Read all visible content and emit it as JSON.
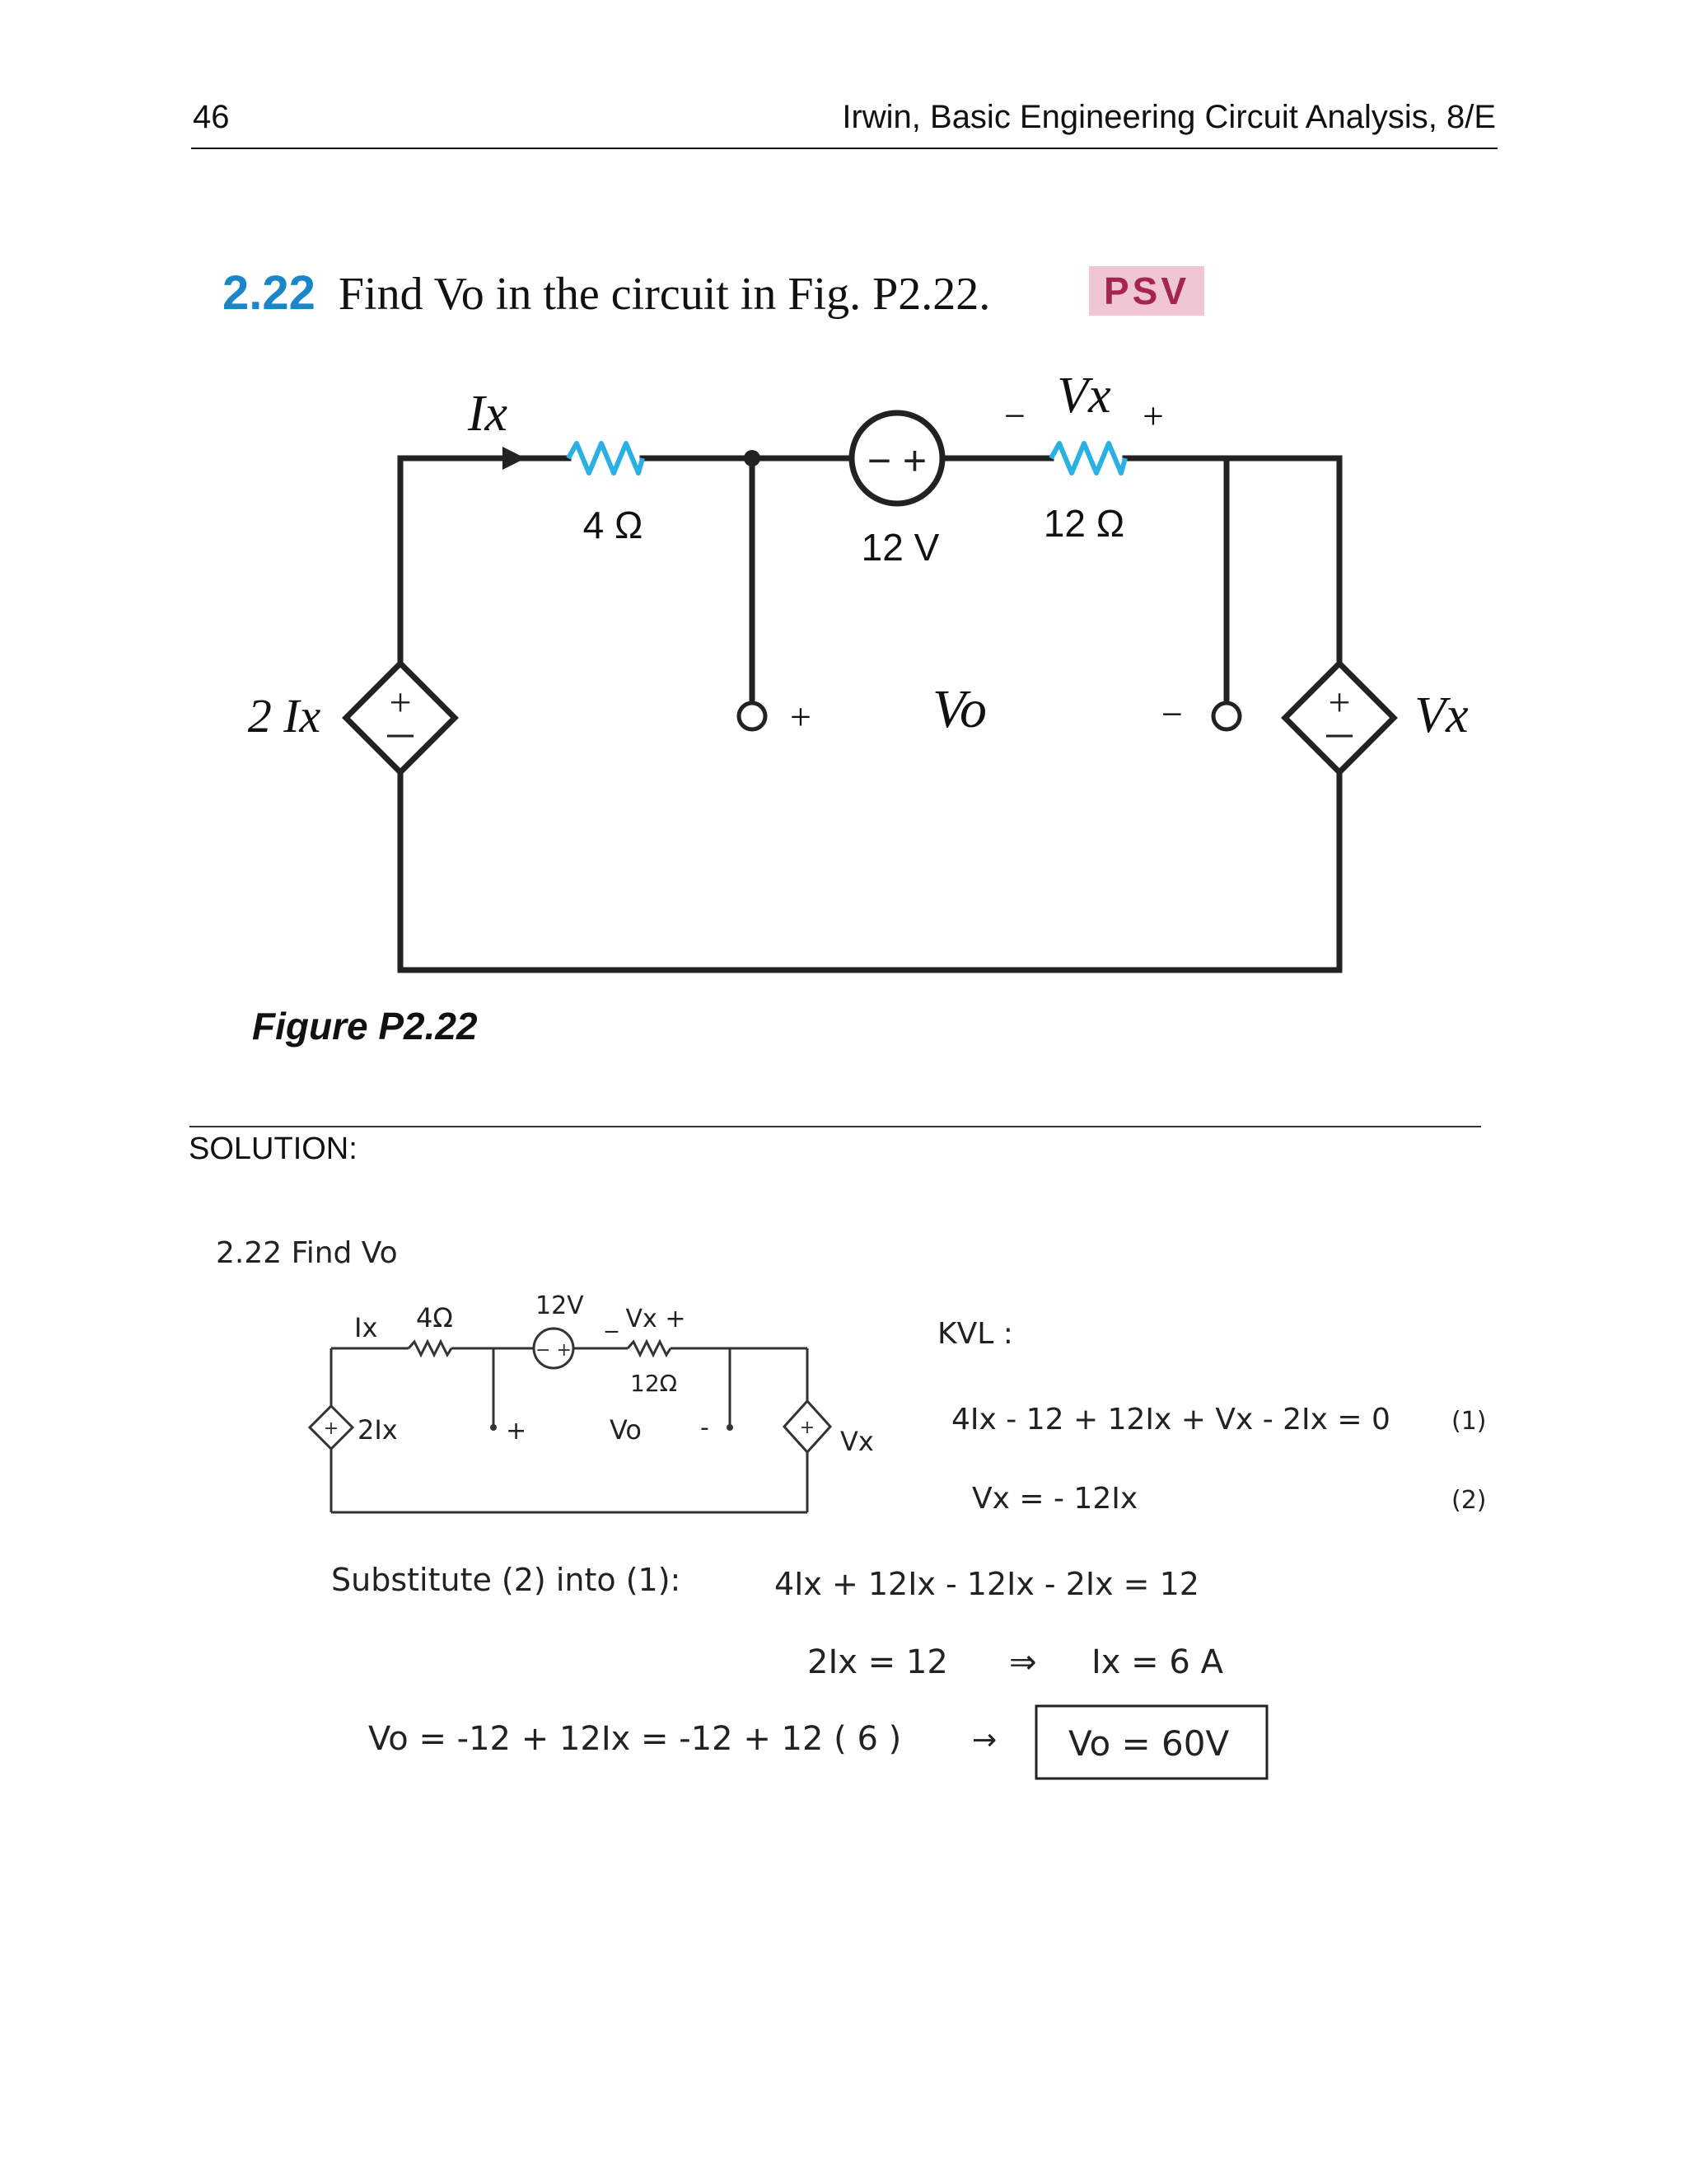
{
  "header": {
    "page_number": "46",
    "running_head": "Irwin, Basic Engineering Circuit Analysis, 8/E"
  },
  "problem": {
    "number": "2.22",
    "text": "Find Vo in the circuit in Fig. P2.22.",
    "badge": "PSV"
  },
  "figure": {
    "caption": "Figure P2.22",
    "labels": {
      "ix": "Ix",
      "r1": "4 Ω",
      "source": "12 V",
      "source_sign": "− +",
      "vx_top": "Vx",
      "vx_minus": "−",
      "vx_plus": "+",
      "r2": "12 Ω",
      "dep_left": "2 Ix",
      "dep_right": "Vx",
      "vo": "Vo",
      "vo_plus": "+",
      "vo_minus": "−",
      "diamond_sign": "+"
    },
    "colors": {
      "resistor": "#2ab0e4",
      "wire": "#222222"
    }
  },
  "solution": {
    "label": "SOLUTION:",
    "heading": "2.22  Find Vo",
    "sketch": {
      "ix": "Ix",
      "r1": "4Ω",
      "src": "12V",
      "vx": "_ Vx +",
      "r2": "12Ω",
      "dep_left": "2Ix",
      "plus": "+",
      "vo": "Vo",
      "minus": "-",
      "dep_right": "Vx"
    },
    "kvl_label": "KVL :",
    "eq1": "4Ix - 12 + 12Ix + Vx - 2Ix = 0",
    "eq1_tag": "(1)",
    "eq2": "Vx = - 12Ix",
    "eq2_tag": "(2)",
    "substitute_text": "Substitute (2) into (1):",
    "substitute_eq": "4Ix + 12Ix - 12Ix - 2Ix = 12",
    "step_a": "2Ix = 12",
    "step_arrow": "⇒",
    "step_b": "Ix = 6 A",
    "vo_eq": "Vo = -12 + 12Ix   = -12 + 12 ( 6 )",
    "vo_arrow": "→",
    "answer": "Vo = 60V"
  }
}
